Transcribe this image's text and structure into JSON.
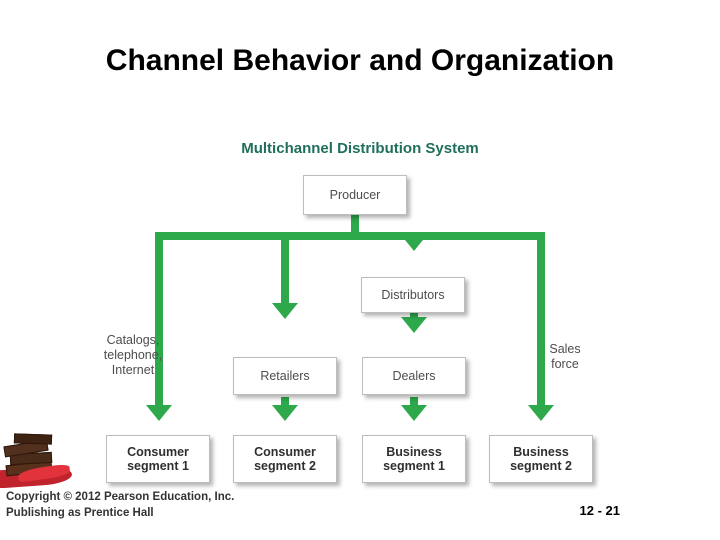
{
  "slide": {
    "title": "Channel Behavior and Organization",
    "subtitle": "Multichannel Distribution System"
  },
  "diagram": {
    "producer": "Producer",
    "distributors": "Distributors",
    "retailers": "Retailers",
    "dealers": "Dealers",
    "catalogs_label": "Catalogs,\ntelephone,\nInternet",
    "catalogs_line1": "Catalogs,",
    "catalogs_line2": "telephone,",
    "catalogs_line3": "Internet",
    "salesforce_line1": "Sales",
    "salesforce_line2": "force",
    "consumer1_line1": "Consumer",
    "consumer1_line2": "segment 1",
    "consumer2_line1": "Consumer",
    "consumer2_line2": "segment 2",
    "business1_line1": "Business",
    "business1_line2": "segment 1",
    "business2_line1": "Business",
    "business2_line2": "segment 2",
    "arrow_color": "#2DA84B"
  },
  "footer": {
    "copyright_line1": "Copyright © 2012 Pearson Education, Inc.",
    "copyright_line2": "Publishing as Prentice Hall",
    "page_number": "12 - 21"
  }
}
